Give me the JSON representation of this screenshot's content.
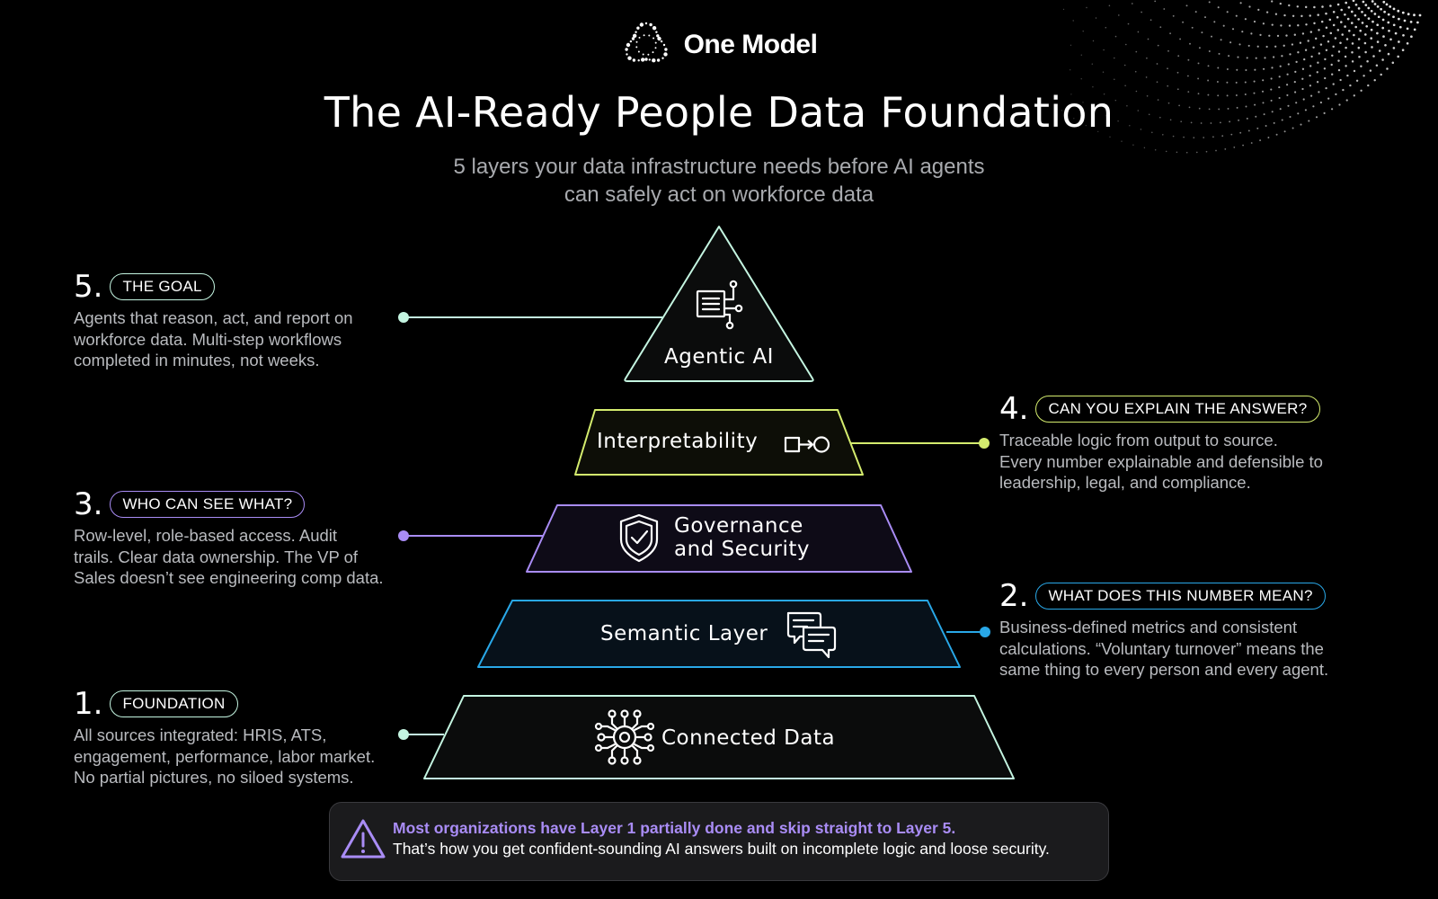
{
  "brand": {
    "name": "One Model"
  },
  "title": "The AI-Ready People Data Foundation",
  "subtitle": {
    "line1": "5 layers your data infrastructure needs before AI agents",
    "line2": "can safely act on workforce data"
  },
  "colors": {
    "background": "#000000",
    "agentic": "#c4f5e1",
    "interpretability": "#d4ec6e",
    "governance": "#a98cf5",
    "semantic": "#29a8e8",
    "connected": "#c4f5e1",
    "warning_accent": "#a98cf5",
    "muted_text": "#b9bbbf"
  },
  "layers": {
    "agentic": {
      "label": "Agentic AI",
      "icon": "ai-document-network-icon"
    },
    "interpretability": {
      "label": "Interpretability",
      "icon": "square-to-circle-flow-icon"
    },
    "governance": {
      "label_line1": "Governance",
      "label_line2": "and Security",
      "icon": "shield-check-icon"
    },
    "semantic": {
      "label": "Semantic Layer",
      "icon": "chat-bubbles-icon"
    },
    "connected": {
      "label": "Connected Data",
      "icon": "network-hub-icon"
    }
  },
  "callouts": {
    "goal": {
      "number": "5.",
      "tag": "THE GOAL",
      "lines": [
        "Agents that reason, act, and report on",
        "workforce data. Multi-step workflows",
        "completed in minutes, not weeks."
      ]
    },
    "explain": {
      "number": "4.",
      "tag": "CAN YOU EXPLAIN THE ANSWER?",
      "lines": [
        "Traceable logic from output to source.",
        "Every number explainable and defensible to",
        "leadership, legal, and compliance."
      ]
    },
    "access": {
      "number": "3.",
      "tag": "WHO CAN SEE WHAT?",
      "lines": [
        "Row-level, role-based access. Audit",
        "trails. Clear data ownership. The VP of",
        "Sales doesn’t see engineering comp data."
      ]
    },
    "meaning": {
      "number": "2.",
      "tag": "WHAT DOES THIS NUMBER MEAN?",
      "lines": [
        "Business-defined metrics and consistent",
        "calculations. “Voluntary turnover” means the",
        "same thing to every person and every agent."
      ]
    },
    "foundation": {
      "number": "1.",
      "tag": "FOUNDATION",
      "lines": [
        "All sources integrated: HRIS, ATS,",
        "engagement, performance, labor market.",
        "No partial pictures, no siloed systems."
      ]
    }
  },
  "warning": {
    "icon": "warning-triangle-icon",
    "headline": "Most organizations have Layer 1 partially done and skip straight to Layer 5.",
    "body": "That’s how you get confident-sounding AI answers built on incomplete logic and loose security."
  }
}
